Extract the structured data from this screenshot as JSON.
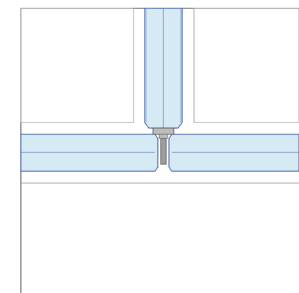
{
  "colors": {
    "background": "#ffffff",
    "frame_line": "#555555",
    "cell_outline": "#9a9a9a",
    "glass_fill": "#d6eaf3",
    "glass_edge": "#3f5fa8",
    "glass_mid": "#5c7bb8",
    "cap_fill": "#bdbdbd",
    "cap_edge": "#555555",
    "bolt_fill": "#9e9e9e"
  },
  "elements": {
    "vertical_fin": "vertical-glass-fin",
    "horizontal_beam": "horizontal-glass-beam",
    "connector": "joint-cap-plate",
    "fastener": "joint-bolt"
  }
}
